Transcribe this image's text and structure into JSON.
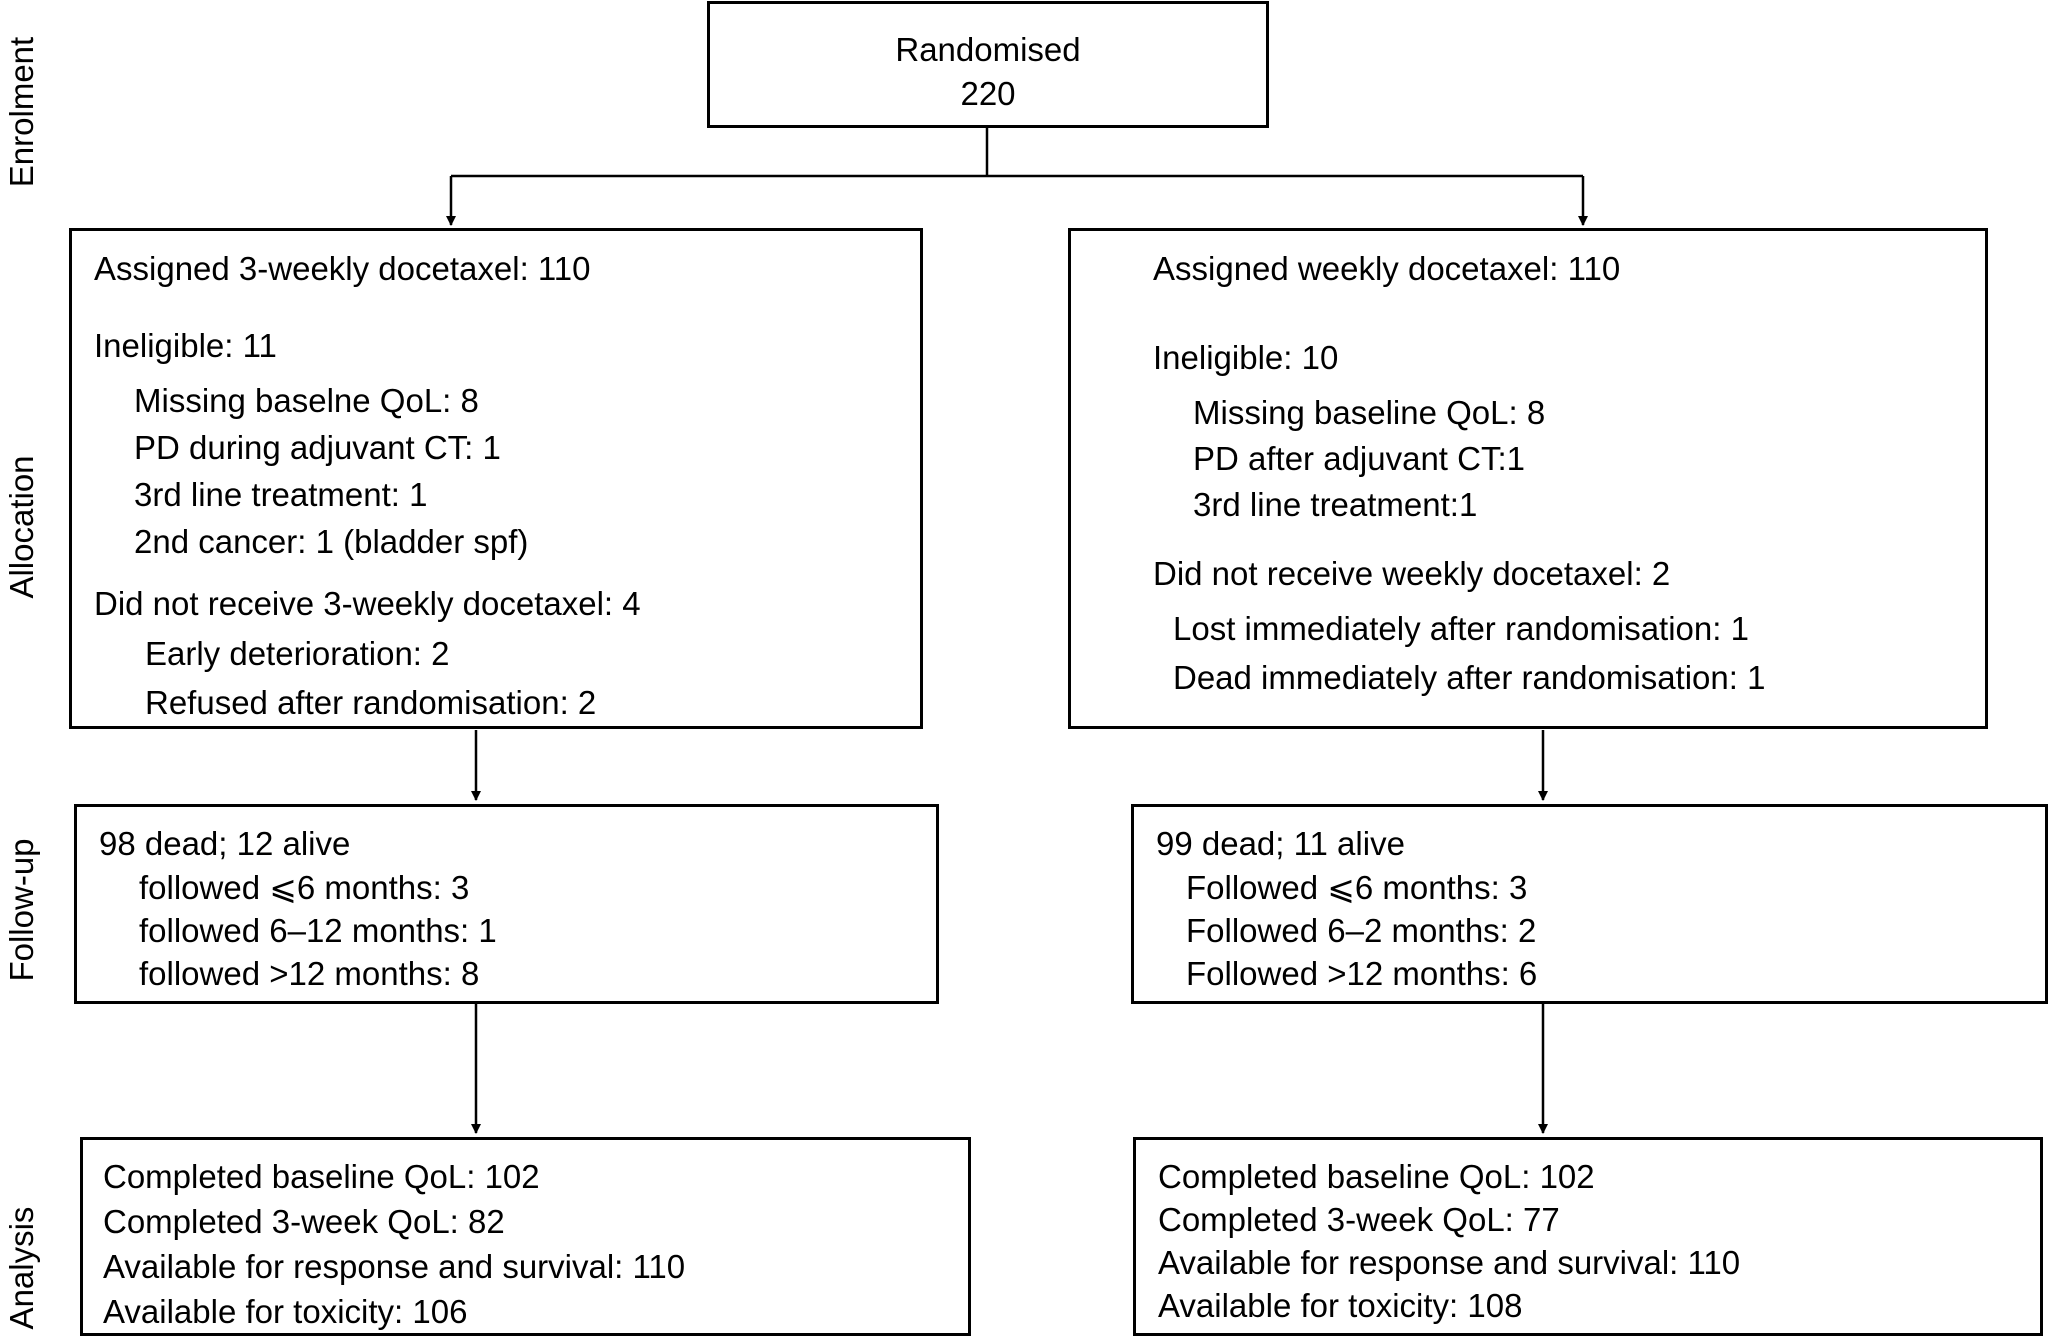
{
  "stages": {
    "enrolment": "Enrolment",
    "allocation": "Allocation",
    "follow_up": "Follow-up",
    "analysis": "Analysis"
  },
  "randomised": {
    "label": "Randomised",
    "count": "220"
  },
  "left": {
    "allocation": {
      "assigned": "Assigned 3-weekly docetaxel: 110",
      "ineligible": "Ineligible: 11",
      "ineligible_items": [
        "Missing baselne QoL: 8",
        "PD during adjuvant CT: 1",
        "3rd line treatment: 1",
        "2nd cancer: 1 (bladder spf)"
      ],
      "not_received": "Did not receive 3-weekly docetaxel: 4",
      "not_received_items": [
        "Early deterioration: 2",
        "Refused after randomisation: 2"
      ]
    },
    "follow_up": {
      "status": "98 dead; 12 alive",
      "items": [
        "followed ⩽6 months: 3",
        "followed 6–12 months: 1",
        "followed >12 months: 8"
      ]
    },
    "analysis": [
      "Completed baseline QoL: 102",
      "Completed 3-week QoL: 82",
      "Available for response and survival: 110",
      "Available  for toxicity: 106"
    ]
  },
  "right": {
    "allocation": {
      "assigned": "Assigned weekly docetaxel: 110",
      "ineligible": "Ineligible: 10",
      "ineligible_items": [
        "Missing baseline QoL: 8",
        "PD after adjuvant CT:1",
        "3rd line treatment:1"
      ],
      "not_received": "Did not receive weekly docetaxel: 2",
      "not_received_items": [
        "Lost immediately after randomisation: 1",
        "Dead immediately after randomisation: 1"
      ]
    },
    "follow_up": {
      "status": "99 dead; 11 alive",
      "items": [
        "Followed ⩽6 months: 3",
        "Followed 6–2  months: 2",
        "Followed >12 months: 6"
      ]
    },
    "analysis": [
      "Completed baseline QoL: 102",
      "Completed 3-week QoL: 77",
      "Available for response and survival: 110",
      "Available  for toxicity: 108"
    ]
  }
}
